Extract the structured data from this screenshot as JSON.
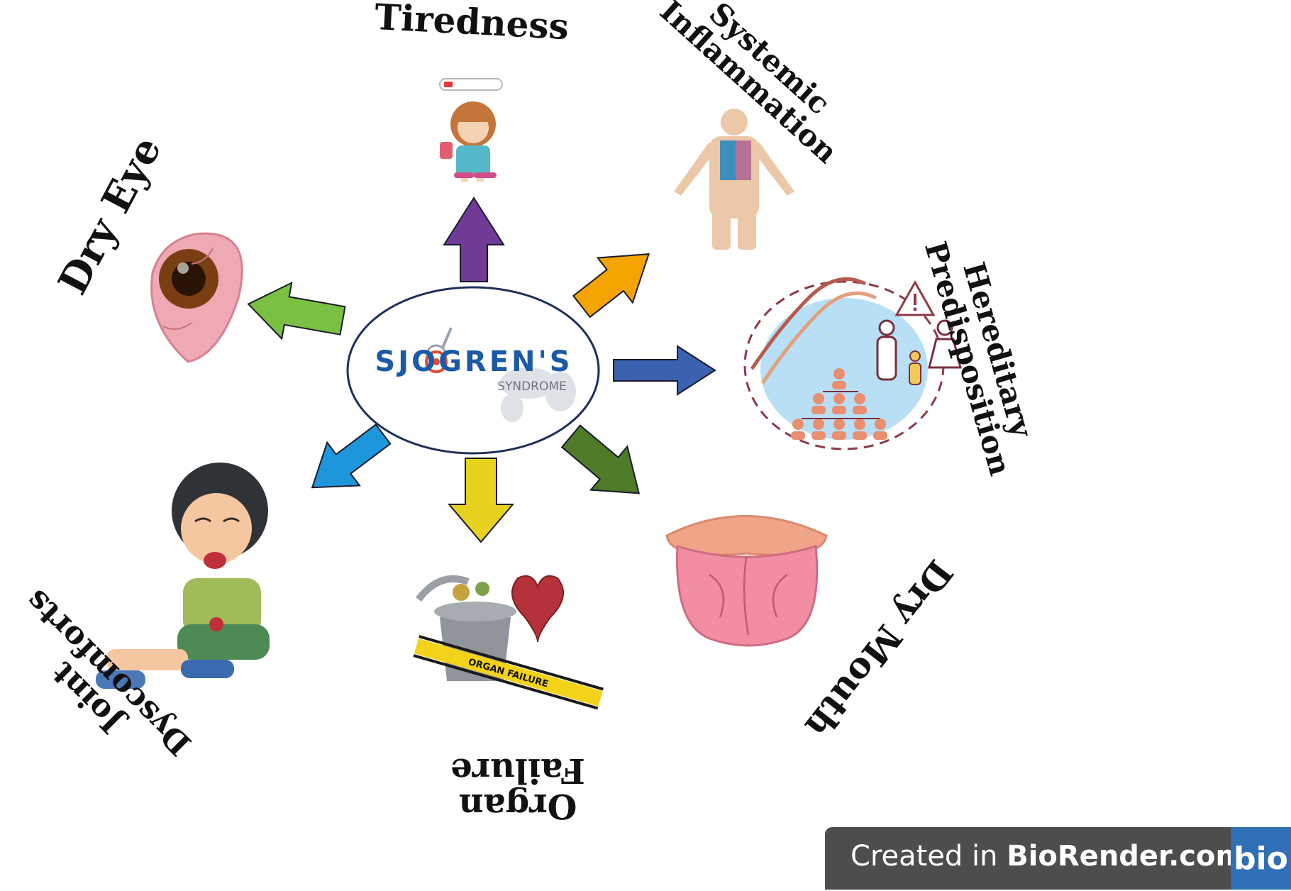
{
  "center": {
    "brand_text": "SJOGREN'S",
    "subtitle": "SYNDROME"
  },
  "labels": {
    "tiredness": "Tiredness",
    "systemic_1": "Systemic",
    "systemic_2": "Inflammation",
    "dry_eye": "Dry Eye",
    "hereditary_1": "Hereditary",
    "hereditary_2": "Predisposition",
    "dry_mouth": "Dry Mouth",
    "organ_1": "Organ",
    "organ_2": "Failure",
    "joint_1": "Joint",
    "joint_2": "Dyscomforts"
  },
  "organ_tape_text": "ORGAN FAILURE",
  "badge": {
    "prefix": "Created in ",
    "brand": "BioRender.com",
    "logo": "bio"
  },
  "colors": {
    "purple": "#6f3b96",
    "orange": "#f5a300",
    "green_light": "#7ac143",
    "blue_dark": "#3a62ae",
    "green_dark": "#4f7a28",
    "yellow": "#e6d21f",
    "cyan": "#1e96dc",
    "brand_blue": "#1b5aa6"
  }
}
